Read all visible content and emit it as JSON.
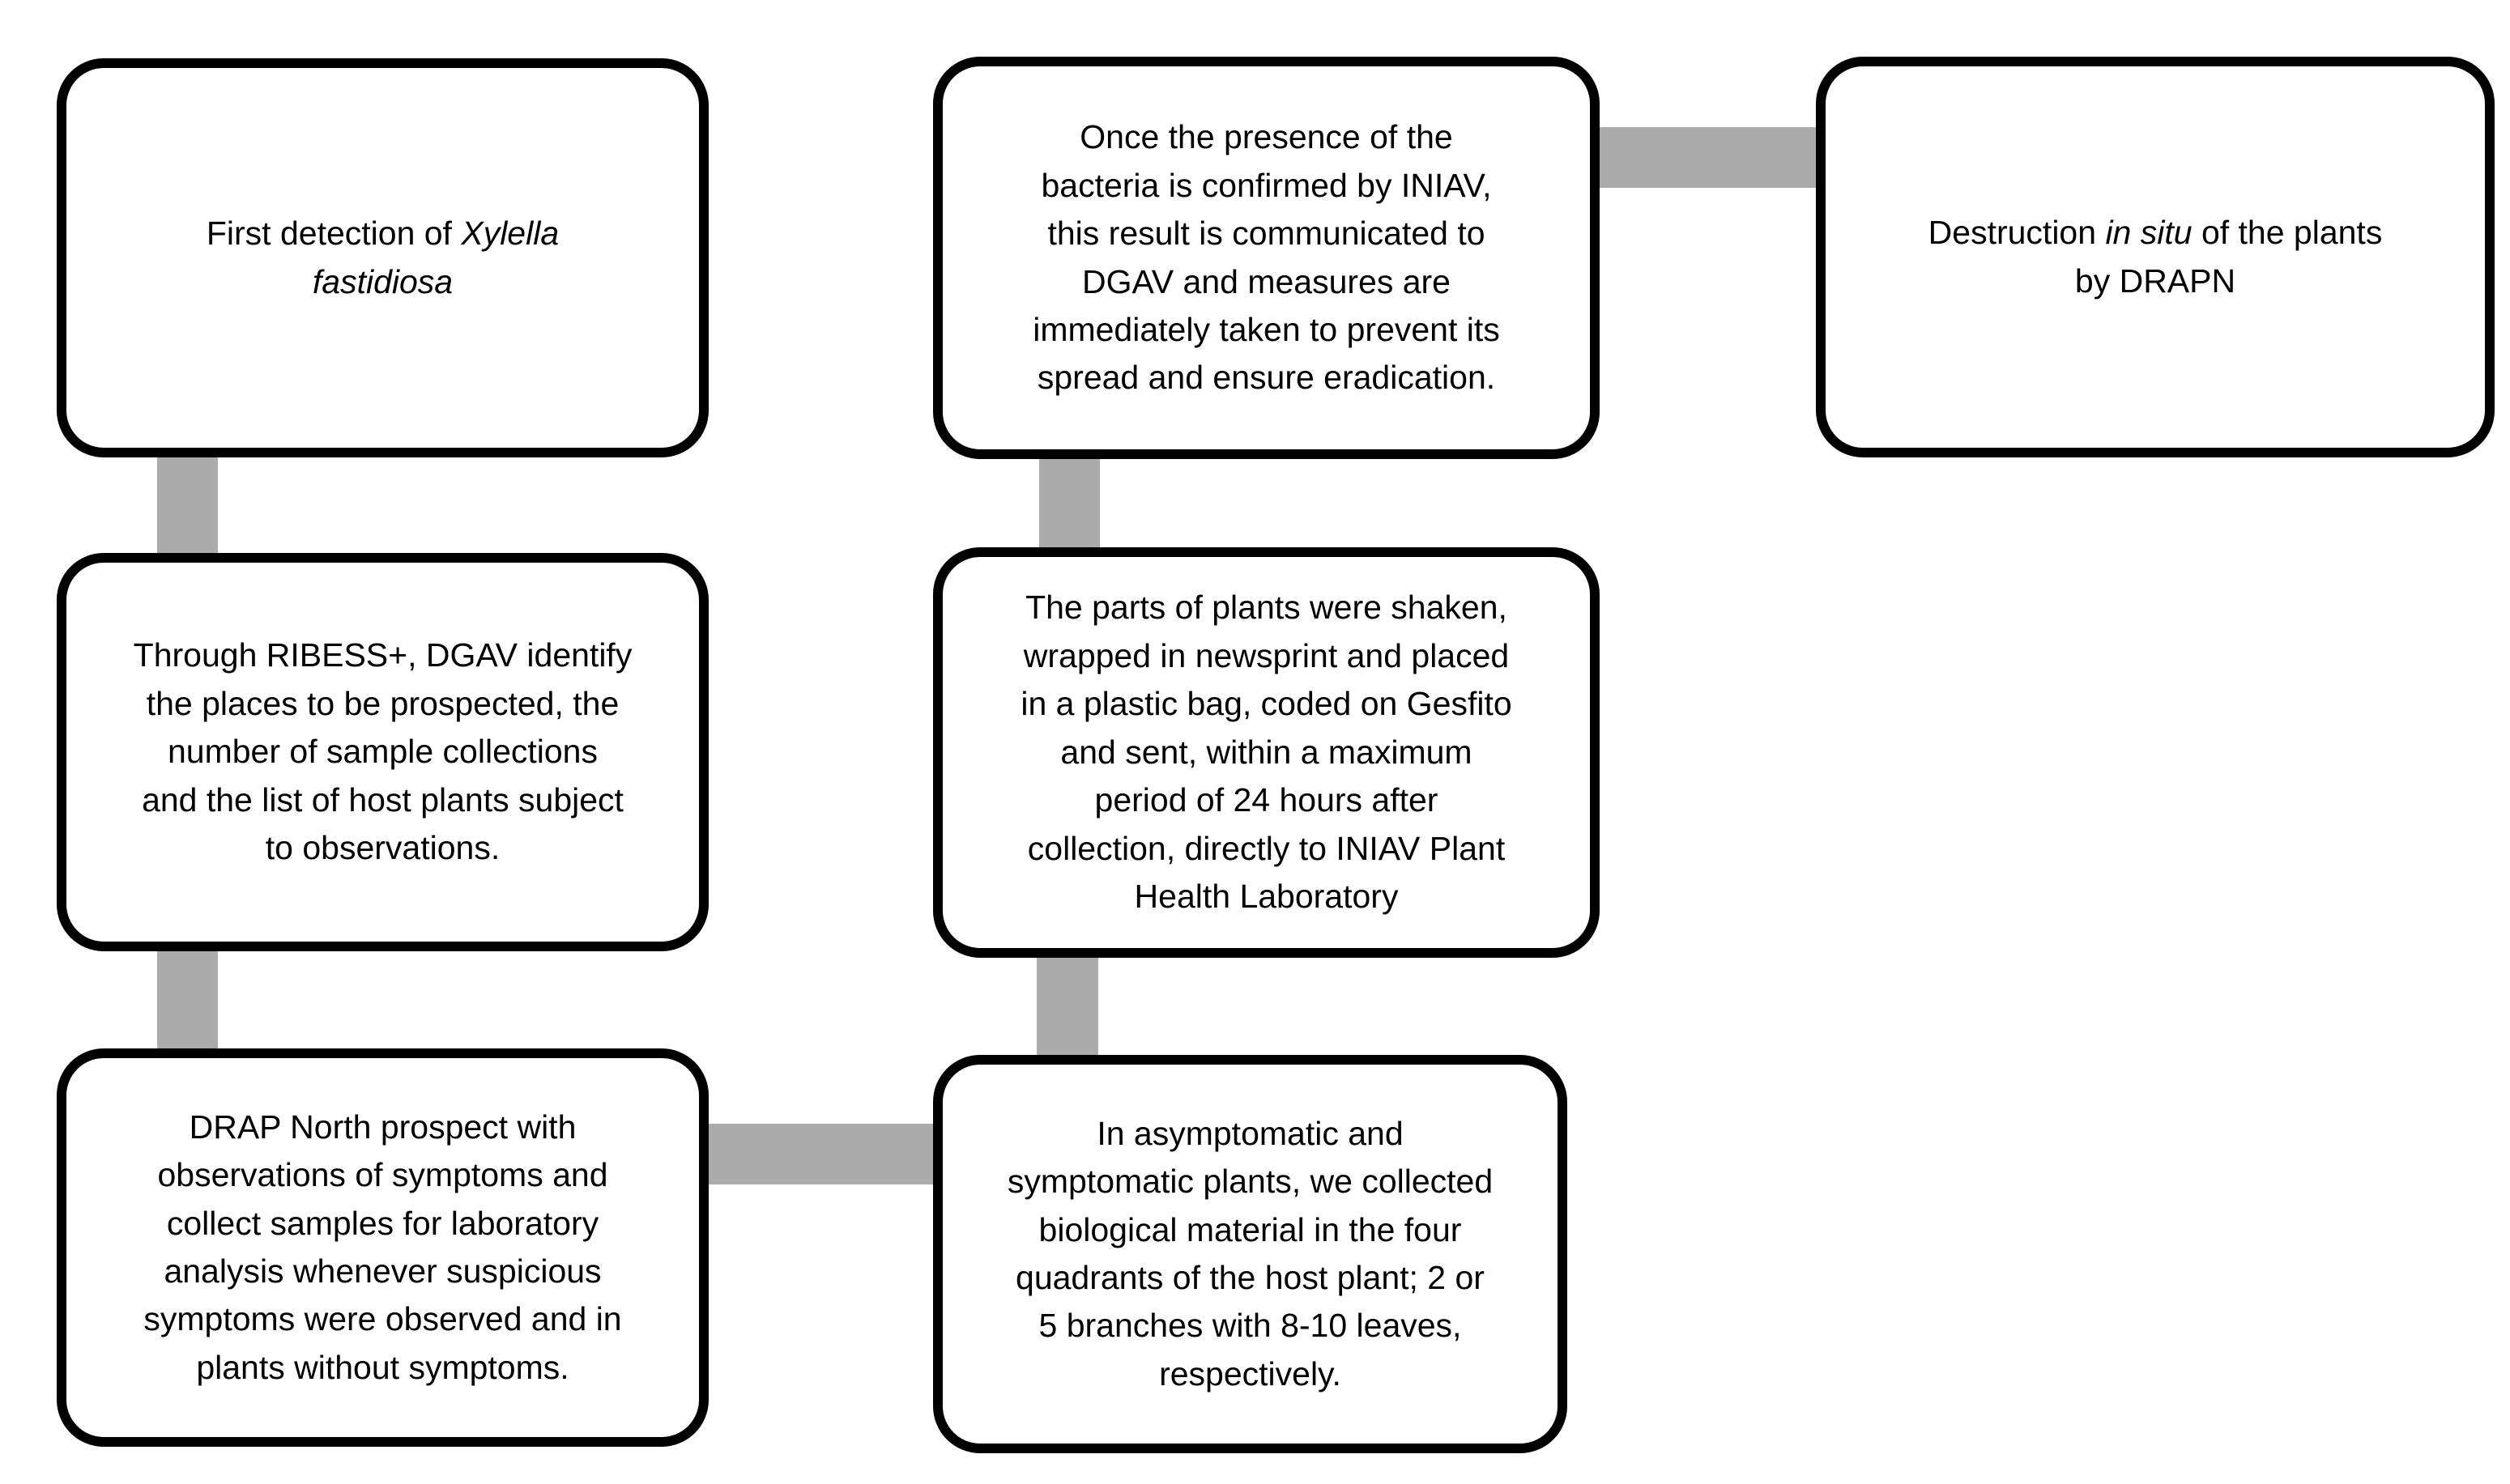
{
  "figure": {
    "description": "Flowchart of Xylella fastidiosa detection and eradication procedure",
    "background_color": "#ffffff",
    "box_border_color": "#000000",
    "text_color": "#000000",
    "connector_color": "#ababab"
  },
  "boxes": [
    {
      "id": "first-detection",
      "lines": [
        [
          {
            "t": "First detection of ",
            "i": 0
          },
          {
            "t": "Xylella",
            "i": 1
          }
        ],
        [
          {
            "t": "fastidiosa",
            "i": 1
          }
        ]
      ]
    },
    {
      "id": "iniav-confirmation",
      "lines": [
        "Once the presence of the",
        "bacteria is confirmed by INIAV,",
        "this result is communicated to",
        "DGAV and measures are",
        "immediately taken to prevent its",
        "spread and ensure eradication."
      ]
    },
    {
      "id": "destruction-in-situ",
      "lines": [
        [
          {
            "t": "Destruction ",
            "i": 0
          },
          {
            "t": "in situ",
            "i": 1
          },
          {
            "t": " of the plants",
            "i": 0
          }
        ],
        [
          {
            "t": "by DRAPN",
            "i": 0
          }
        ]
      ]
    },
    {
      "id": "dgav-ribess-planning",
      "lines": [
        "Through RIBESS+, DGAV identify",
        "the places to be prospected, the",
        "number of sample collections",
        "and the list of host plants subject",
        "to observations."
      ]
    },
    {
      "id": "sample-shipping",
      "lines": [
        "The parts of plants were shaken,",
        "wrapped in newsprint and placed",
        "in a plastic bag, coded on Gesfito",
        "and sent, within a maximum",
        "period of 24 hours after",
        "collection, directly to INIAV Plant",
        "Health Laboratory"
      ]
    },
    {
      "id": "drap-north-prospection",
      "lines": [
        "DRAP North prospect with",
        "observations of symptoms and",
        "collect samples for laboratory",
        "analysis whenever suspicious",
        "symptoms were observed and in",
        "plants without symptoms."
      ]
    },
    {
      "id": "sample-collection",
      "lines": [
        "In asymptomatic and",
        "symptomatic plants, we collected",
        "biological material in the four",
        "quadrants of the host plant; 2 or",
        "5 branches with 8-10 leaves,",
        "respectively."
      ]
    }
  ],
  "edges": [
    {
      "from": "first-detection",
      "to": "dgav-ribess-planning"
    },
    {
      "from": "dgav-ribess-planning",
      "to": "drap-north-prospection"
    },
    {
      "from": "drap-north-prospection",
      "to": "sample-collection"
    },
    {
      "from": "sample-collection",
      "to": "sample-shipping"
    },
    {
      "from": "sample-shipping",
      "to": "iniav-confirmation"
    },
    {
      "from": "iniav-confirmation",
      "to": "destruction-in-situ"
    }
  ]
}
